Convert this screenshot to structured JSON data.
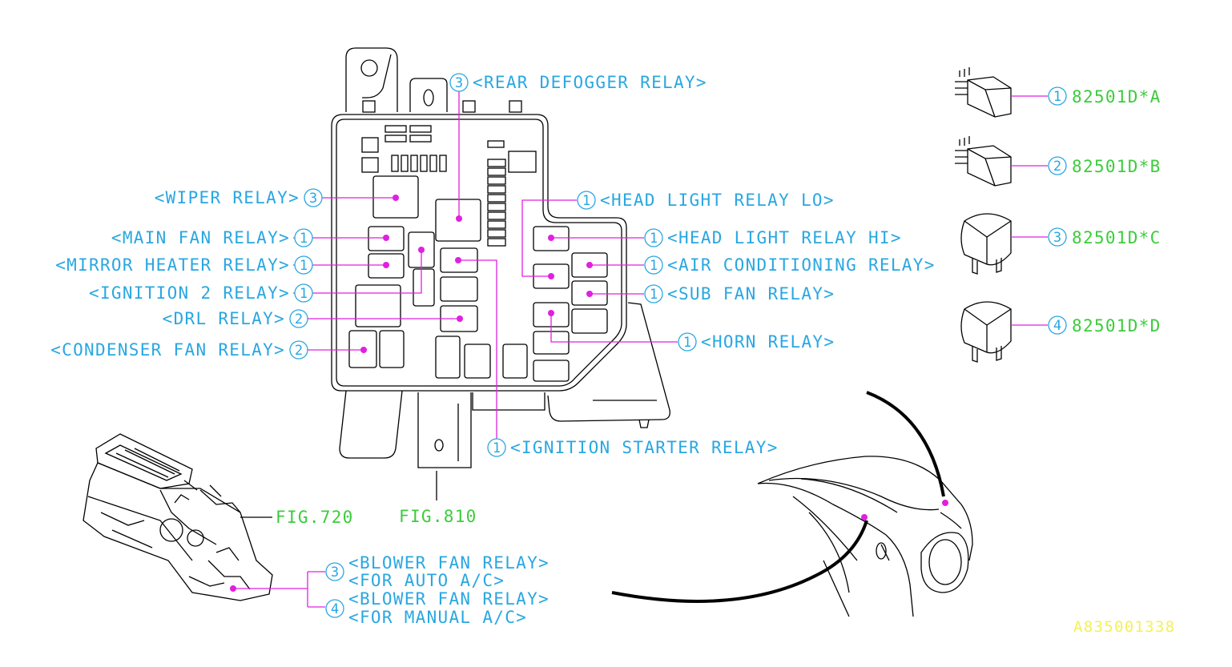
{
  "relays": [
    {
      "id": "rear-defogger",
      "num": "3",
      "text": "<REAR DEFOGGER RELAY>"
    },
    {
      "id": "wiper",
      "num": "3",
      "text": "<WIPER RELAY>"
    },
    {
      "id": "main-fan",
      "num": "1",
      "text": "<MAIN FAN RELAY>"
    },
    {
      "id": "mirror-heater",
      "num": "1",
      "text": "<MIRROR HEATER RELAY>"
    },
    {
      "id": "ignition-2",
      "num": "1",
      "text": "<IGNITION 2 RELAY>"
    },
    {
      "id": "drl",
      "num": "2",
      "text": "<DRL RELAY>"
    },
    {
      "id": "condenser-fan",
      "num": "2",
      "text": "<CONDENSER FAN RELAY>"
    },
    {
      "id": "head-light-lo",
      "num": "1",
      "text": "<HEAD LIGHT RELAY LO>"
    },
    {
      "id": "head-light-hi",
      "num": "1",
      "text": "<HEAD LIGHT RELAY HI>"
    },
    {
      "id": "air-conditioning",
      "num": "1",
      "text": "<AIR CONDITIONING RELAY>"
    },
    {
      "id": "sub-fan",
      "num": "1",
      "text": "<SUB FAN RELAY>"
    },
    {
      "id": "horn",
      "num": "1",
      "text": "<HORN RELAY>"
    },
    {
      "id": "ignition-starter",
      "num": "1",
      "text": "<IGNITION STARTER RELAY>"
    }
  ],
  "blower": [
    {
      "num": "3",
      "line1": "<BLOWER FAN RELAY>",
      "line2": "<FOR AUTO A/C>"
    },
    {
      "num": "4",
      "line1": "<BLOWER FAN RELAY>",
      "line2": "<FOR MANUAL A/C>"
    }
  ],
  "parts": [
    {
      "num": "1",
      "code": "82501D*A"
    },
    {
      "num": "2",
      "code": "82501D*B"
    },
    {
      "num": "3",
      "code": "82501D*C"
    },
    {
      "num": "4",
      "code": "82501D*D"
    }
  ],
  "figures": {
    "fig720": "FIG.720",
    "fig810": "FIG.810"
  },
  "drawing_code": "A835001338",
  "colors": {
    "label": "#29a7e1",
    "part": "#3ccc3c",
    "leader": "#e020e0",
    "code": "#f4f05a"
  }
}
